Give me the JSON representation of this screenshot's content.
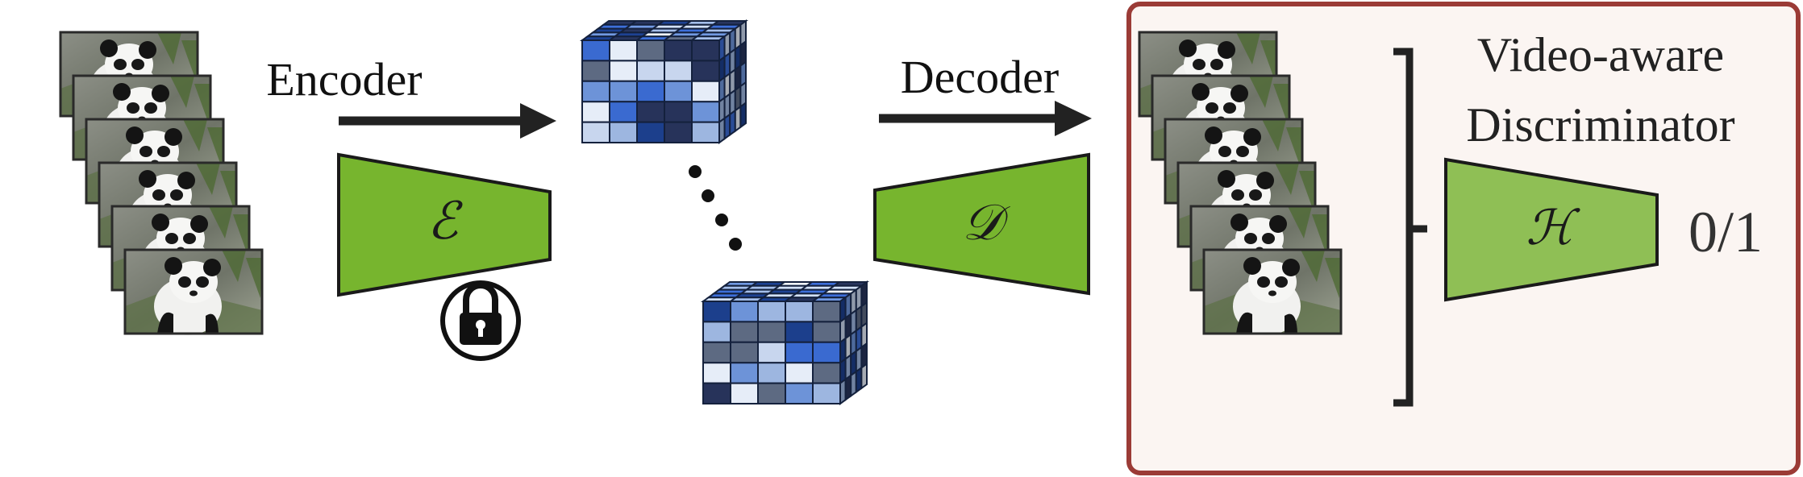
{
  "encoder": {
    "label": "Encoder",
    "symbol": "ℰ"
  },
  "decoder": {
    "label": "Decoder",
    "symbol": "𝒟"
  },
  "discriminator": {
    "title_line1": "Video-aware",
    "title_line2": "Discriminator",
    "symbol": "ℋ",
    "output": "0/1"
  },
  "colors": {
    "network": "#77b52e",
    "network_discriminator": "#8fbf55",
    "arrow": "#222222",
    "panel_border": "#9b3b36",
    "panel_fill": "#fbf5f2",
    "latent_blues": [
      "#1c3f8c",
      "#3a6ad0",
      "#6d93d8",
      "#9db6e0",
      "#c8d6ee",
      "#e6edf8",
      "#5d6a82",
      "#27335a"
    ]
  },
  "icons": {
    "lock": "lock-icon",
    "ellipsis": "vertical-ellipsis-icon"
  }
}
